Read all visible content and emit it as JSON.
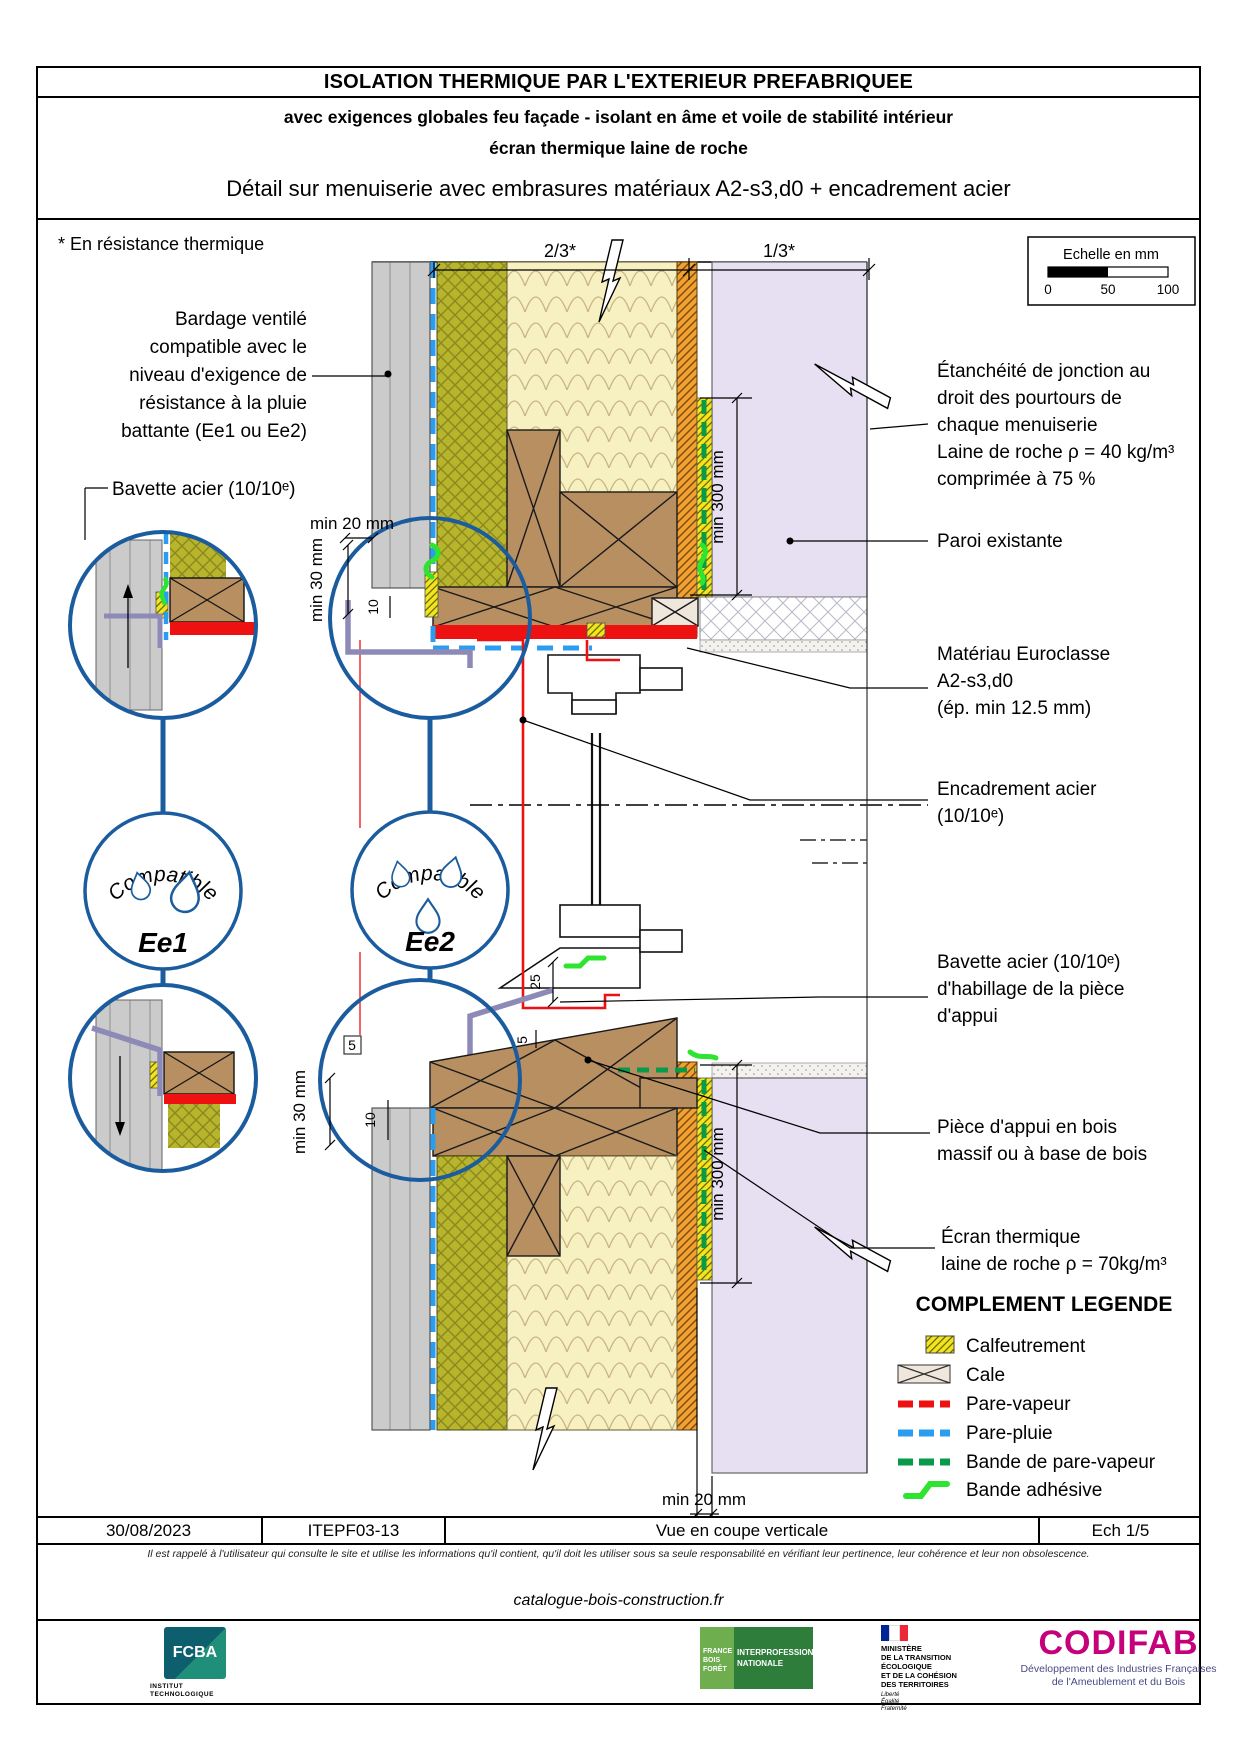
{
  "sheet": {
    "title": "ISOLATION THERMIQUE PAR L'EXTERIEUR PREFABRIQUEE",
    "subtitle_line1": "avec exigences globales feu façade - isolant en âme et voile de stabilité intérieur",
    "subtitle_line2": "écran thermique laine de roche",
    "detail_title": "Détail sur menuiserie avec embrasures matériaux A2-s3,d0 + encadrement acier",
    "footnote": "* En résistance thermique"
  },
  "scale_box": {
    "title": "Echelle en mm",
    "tick_0": "0",
    "tick_50": "50",
    "tick_100": "100"
  },
  "dims": {
    "span_left": "2/3*",
    "span_right": "1/3*",
    "min20_top": "min 20 mm",
    "min30_top": "min 30 mm",
    "ten_top": "10",
    "min300_top": "min 300 mm",
    "d25": "25",
    "d5": "5",
    "five_box": "5",
    "min30_bot": "min 30 mm",
    "ten_bot": "10",
    "min300_bot": "min 300 mm",
    "min20_bot": "min 20 mm"
  },
  "labels": {
    "bardage": [
      "Bardage ventilé",
      "compatible avec le",
      "niveau d'exigence de",
      "résistance à la pluie",
      "battante (Ee1 ou Ee2)"
    ],
    "bavette_head": "Bavette acier (10/10ᵉ)",
    "etancheite": [
      "Étanchéité de jonction au",
      "droit des pourtours de",
      "chaque menuiserie",
      "Laine de roche ρ = 40 kg/m³",
      "comprimée à 75 %"
    ],
    "paroi": "Paroi existante",
    "euroclasse": [
      "Matériau Euroclasse",
      "A2-s3,d0",
      "(ép. min 12.5 mm)"
    ],
    "encadrement": [
      "Encadrement acier",
      "(10/10ᵉ)"
    ],
    "bavette_appui": [
      "Bavette acier (10/10ᵉ)",
      "d'habillage de la pièce",
      "d'appui"
    ],
    "piece_appui": [
      "Pièce d'appui en bois",
      "massif ou à base de bois"
    ],
    "ecran": [
      "Écran thermique",
      "laine de roche ρ = 70kg/m³"
    ]
  },
  "stamps": {
    "word": "Compatible",
    "ee1": "Ee1",
    "ee2": "Ee2"
  },
  "legend": {
    "title": "COMPLEMENT LEGENDE",
    "items": [
      "Calfeutrement",
      "Cale",
      "Pare-vapeur",
      "Pare-pluie",
      "Bande de pare-vapeur",
      "Bande adhésive"
    ]
  },
  "footer": {
    "date": "30/08/2023",
    "reference": "ITEPF03-13",
    "view": "Vue en coupe verticale",
    "scale": "Ech 1/5",
    "disclaimer": "Il est rappelé à l'utilisateur qui consulte le site et utilise les informations qu'il contient, qu'il doit les utiliser sous sa seule responsabilité en vérifiant leur pertinence, leur cohérence et leur non obsolescence.",
    "website": "catalogue-bois-construction.fr"
  },
  "logos": {
    "fcba": {
      "name": "FCBA",
      "sub1": "INSTITUT",
      "sub2": "TECHNOLOGIQUE"
    },
    "fbf": {
      "col1": [
        "FRANCE",
        "BOIS",
        "FORÊT"
      ],
      "right1": "INTERPROFESSION",
      "right2": "NATIONALE"
    },
    "ministere": {
      "lines": [
        "MINISTÈRE",
        "DE LA TRANSITION",
        "ÉCOLOGIQUE",
        "ET DE LA COHÉSION",
        "DES TERRITOIRES"
      ],
      "motto": [
        "Liberté",
        "Égalité",
        "Fraternité"
      ]
    },
    "codifab": {
      "name": "CODIFAB",
      "tag1": "Développement des Industries Françaises",
      "tag2": "de l'Ameublement et du Bois"
    }
  },
  "colors": {
    "accent_blue": "#1b5c9e",
    "pare_vapeur_red": "#ee1111",
    "pare_pluie_blue": "#2b9df0",
    "bande_pare_vapeur_green": "#079a49",
    "bande_adhesive_green": "#2fe431",
    "wood": "#b78f61",
    "paroi_lavender": "#e7e0f3",
    "laine_olive": "#b8b52c",
    "isolant_cream": "#f7f0c0",
    "embrasure_orange": "#f2a030",
    "calfeutrement_yellow": "#f0e520"
  }
}
